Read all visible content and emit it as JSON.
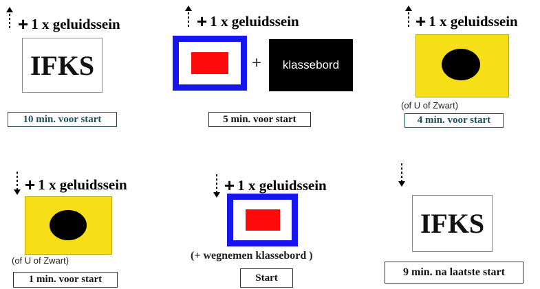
{
  "sound_signal": "1 x geluidssein",
  "plus_sign": "+",
  "ifks_text": "IFKS",
  "klassebord": "klassebord",
  "of_u_zwart": "(of U of Zwart)",
  "wegnemen": "(+ wegnemen klassebord )",
  "steps": {
    "t10": "10 min. voor start",
    "t5": "5 min. voor start",
    "t4": "4 min. voor start",
    "t1": "1 min. voor start",
    "start": "Start",
    "t9": "9 min. na laatste start"
  },
  "colors": {
    "flag_yellow": "#f7df17",
    "flag_blue": "#1515ee",
    "flag_red": "#ff0a0a",
    "teal_text": "#1d4f5c"
  }
}
